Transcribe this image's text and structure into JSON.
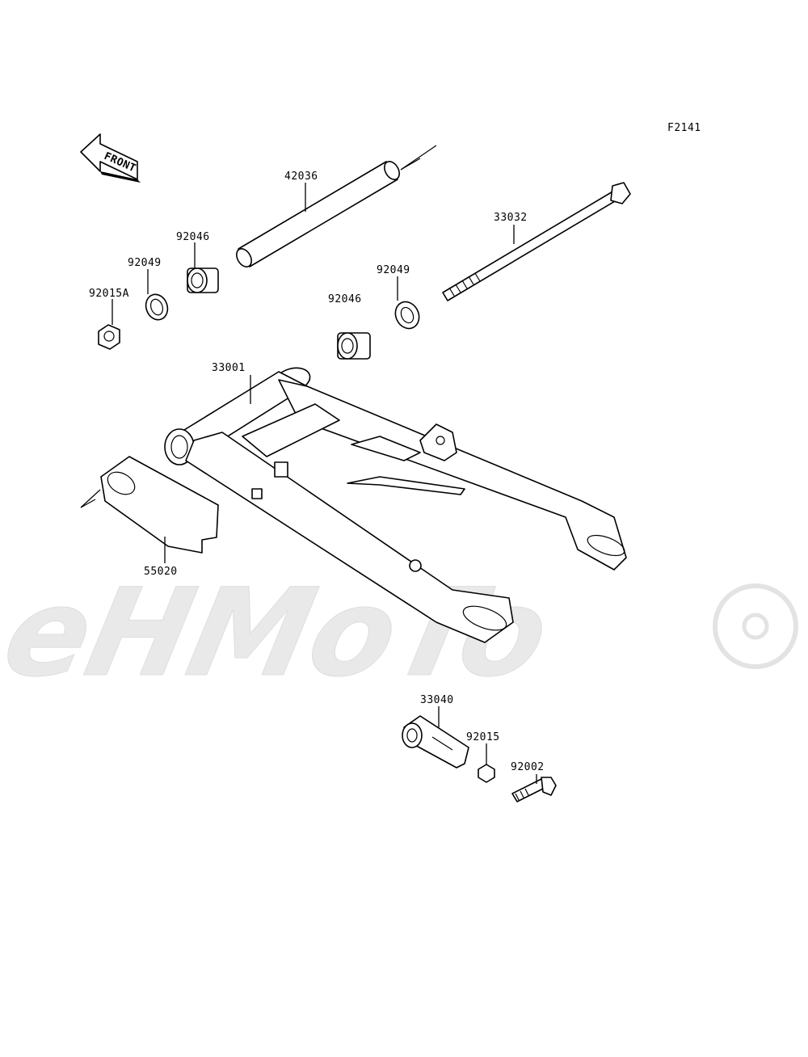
{
  "figure_code": "F2141",
  "front_label": "FRONT",
  "watermark_text": "AeHMoTo",
  "parts": [
    {
      "id": "p42036",
      "number": "42036"
    },
    {
      "id": "p33032",
      "number": "33032"
    },
    {
      "id": "p92046a",
      "number": "92046"
    },
    {
      "id": "p92049a",
      "number": "92049"
    },
    {
      "id": "p92015a",
      "number": "92015A"
    },
    {
      "id": "p92049b",
      "number": "92049"
    },
    {
      "id": "p92046b",
      "number": "92046"
    },
    {
      "id": "p33001",
      "number": "33001"
    },
    {
      "id": "p55020",
      "number": "55020"
    },
    {
      "id": "p33040",
      "number": "33040"
    },
    {
      "id": "p92015",
      "number": "92015"
    },
    {
      "id": "p92002",
      "number": "92002"
    }
  ]
}
